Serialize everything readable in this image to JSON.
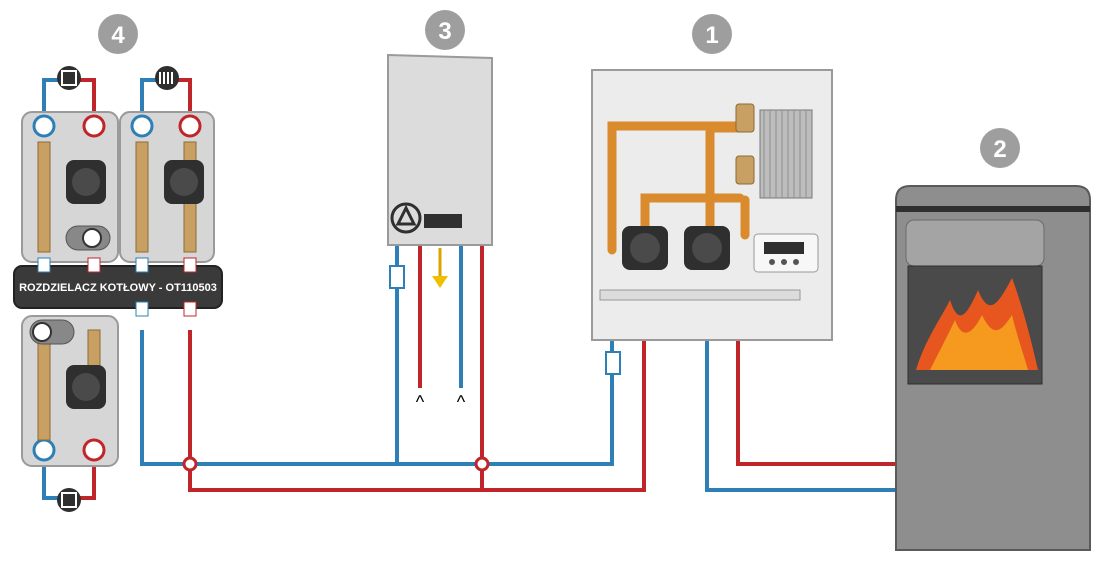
{
  "markers": {
    "m1": "1",
    "m2": "2",
    "m3": "3",
    "m4": "4"
  },
  "manifold_label": "ROZDZIELACZ KOTŁOWY - OT110503",
  "outlet_symbol": "^",
  "colors": {
    "hot": "#c0252a",
    "cold": "#2d7fb6",
    "marker": "#9e9e9e",
    "copper": "#d98b2e",
    "pump": "#2f2f2f",
    "boiler_body": "#8e8e8e",
    "flame": "#e8561f"
  }
}
